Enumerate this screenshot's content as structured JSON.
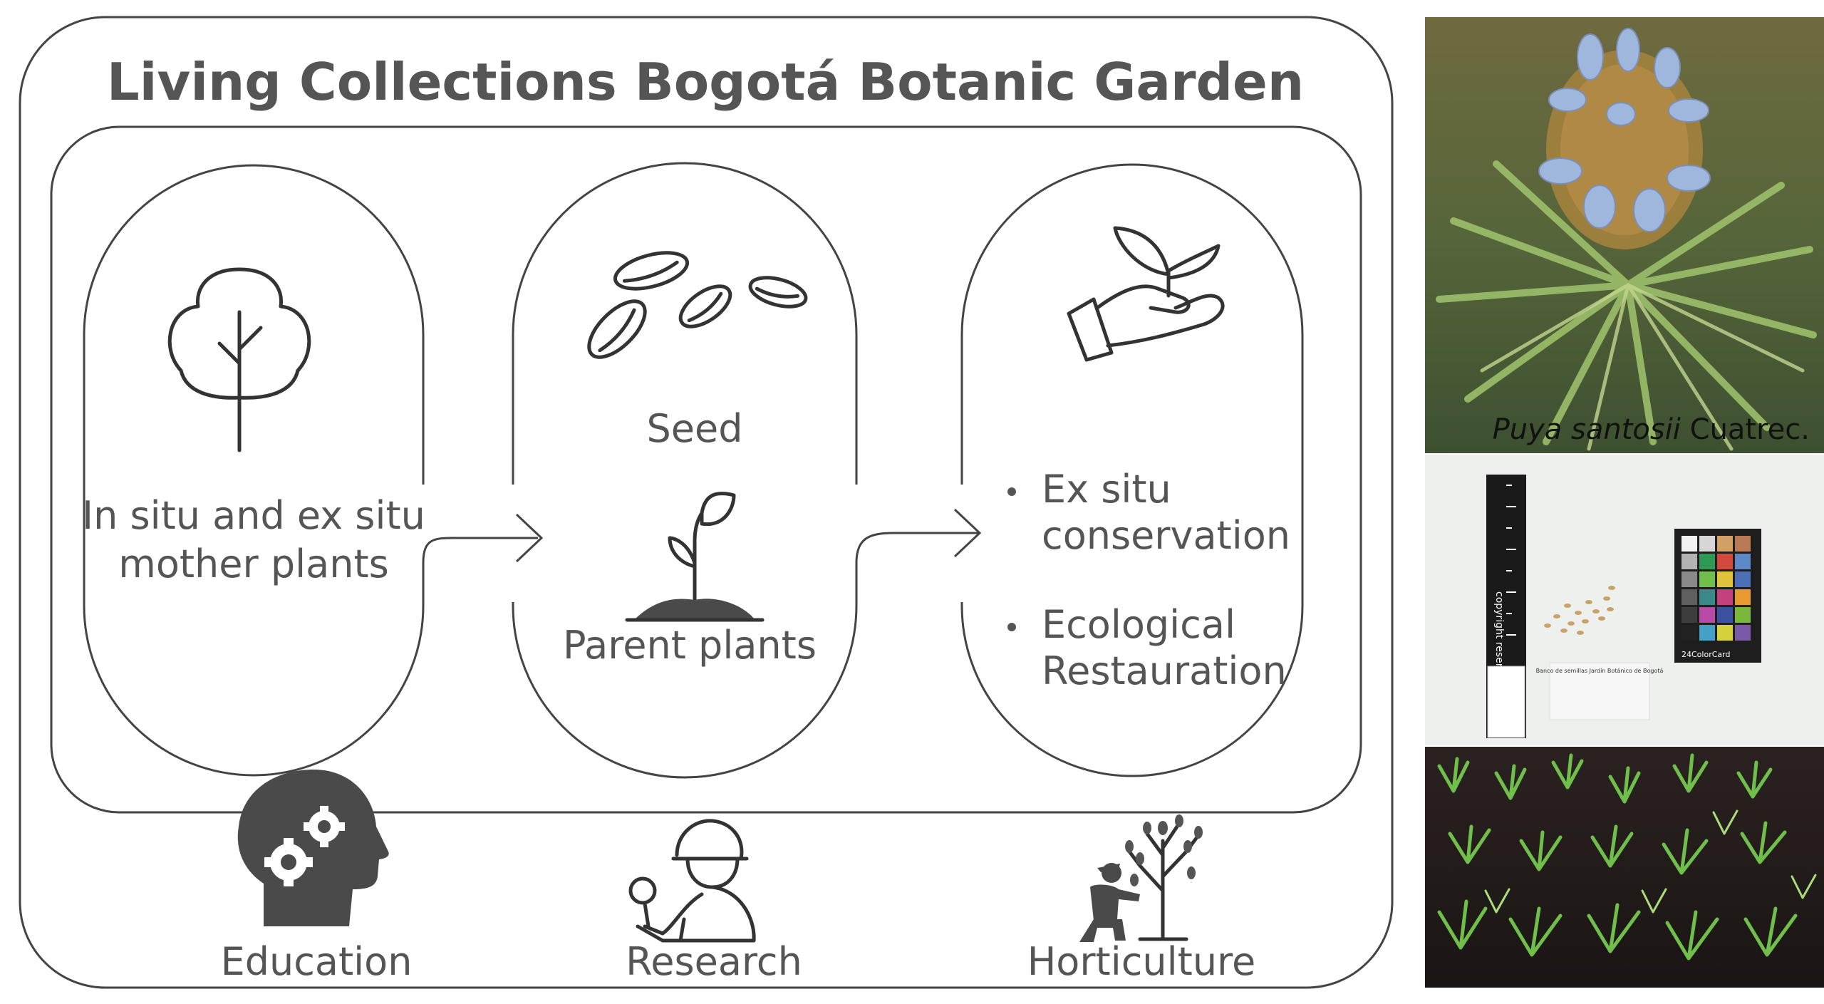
{
  "title": "Living Collections Bogotá Botanic Garden",
  "stages": {
    "mother": {
      "lines": [
        "In situ and ex situ",
        "mother plants"
      ]
    },
    "seed": {
      "label": "Seed"
    },
    "parent": {
      "label": "Parent plants"
    },
    "conservation": {
      "bullets": [
        {
          "lines": [
            "Ex situ",
            "conservation"
          ]
        },
        {
          "lines": [
            "Ecological",
            "Restauration"
          ]
        }
      ]
    }
  },
  "pillars": [
    {
      "label": "Education"
    },
    {
      "label": "Research"
    },
    {
      "label": "Horticulture"
    }
  ],
  "photos": {
    "top_caption_italic": "Puya santosii",
    "top_caption_author": " Cuatrec.",
    "middle": {
      "ruler_text": "copyright reserved",
      "card_title": "Banco de semillas Jardín Botánico de Bogotá",
      "color_card_label": "24ColorCard"
    }
  },
  "colors": {
    "stroke": "#444444",
    "text": "#555555",
    "icon": "#4a4a4a"
  }
}
